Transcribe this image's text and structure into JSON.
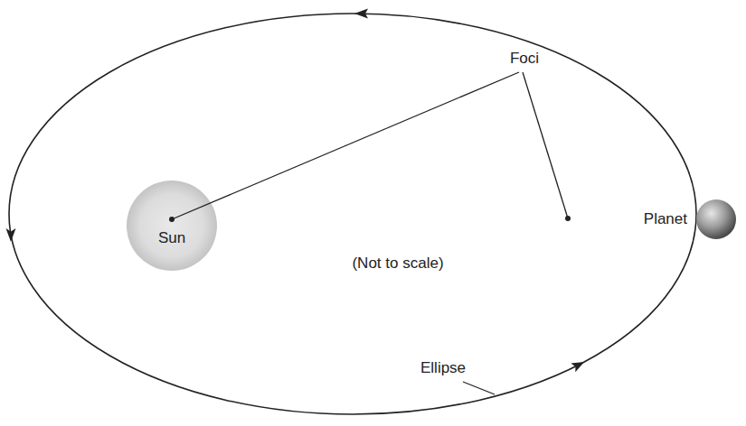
{
  "diagram": {
    "nodes": [
      {
        "text": [
          "Sun"
        ]
      },
      {
        "text": [
          "Planet"
        ]
      }
    ],
    "labels": [
      "Foci",
      "(Not to scale)",
      "Ellipse"
    ]
  }
}
